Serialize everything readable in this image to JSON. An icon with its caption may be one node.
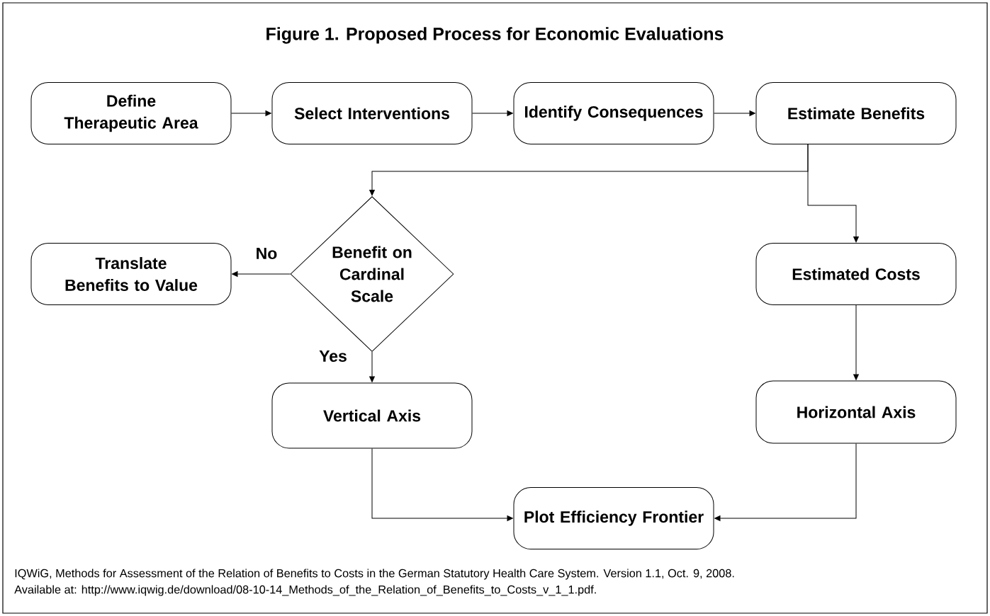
{
  "diagram": {
    "title": "Figure 1. Proposed Process for Economic Evaluations",
    "nodes": [
      {
        "text": [
          "Define Therapeutic Area"
        ]
      },
      {
        "text": [
          "Select Interventions"
        ]
      },
      {
        "text": [
          "Identify Consequences"
        ]
      },
      {
        "text": [
          "Estimate Benefits"
        ]
      },
      {
        "text": [
          "Benefit on Cardinal Scale"
        ]
      },
      {
        "text": [
          "Translate Benefits to Value"
        ]
      },
      {
        "text": [
          "Estimated Costs"
        ]
      },
      {
        "text": [
          "Vertical Axis"
        ]
      },
      {
        "text": [
          "Horizontal Axis"
        ]
      },
      {
        "text": [
          "Plot Efficiency Frontier"
        ]
      }
    ],
    "edges": [
      {
        "from": 0,
        "to": 1,
        "arrow": "to"
      },
      {
        "from": 1,
        "to": 2,
        "arrow": "to"
      },
      {
        "from": 2,
        "to": 3,
        "arrow": "to"
      },
      {
        "from": 3,
        "to": 4,
        "arrow": "to"
      },
      {
        "from": 3,
        "to": 6,
        "arrow": "to"
      },
      {
        "from": 4,
        "to": 5,
        "arrow": "to",
        "label": "No"
      },
      {
        "from": 4,
        "to": 7,
        "arrow": "to",
        "label": "Yes"
      },
      {
        "from": 6,
        "to": 8,
        "arrow": "to"
      },
      {
        "from": 7,
        "to": 9,
        "arrow": "to"
      },
      {
        "from": 8,
        "to": 9,
        "arrow": "to"
      }
    ],
    "labels": [
      "IQWiG, Methods for Assessment of the Relation of Benefits to Costs in the German Statutory Health Care System. Version 1.1, Oct. 9, 2008.",
      "Available at: http://www.iqwig.de/download/08-10-14_Methods_of_the_Relation_of_Benefits_to_Costs_v_1_1.pdf."
    ]
  }
}
